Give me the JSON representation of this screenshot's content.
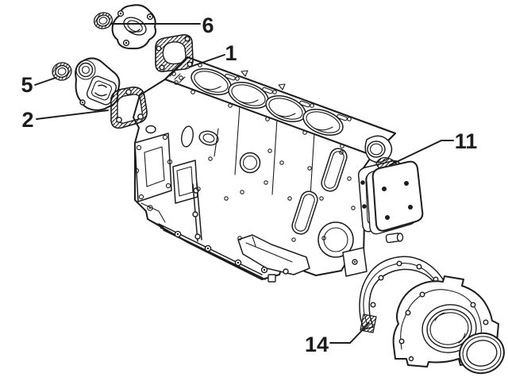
{
  "figure": {
    "background_color": "#ffffff",
    "line_color": "#1c1c1c",
    "callouts": [
      {
        "label": "6"
      },
      {
        "label": "1"
      },
      {
        "label": "5"
      },
      {
        "label": "2"
      },
      {
        "label": "11"
      },
      {
        "label": "14"
      }
    ]
  }
}
